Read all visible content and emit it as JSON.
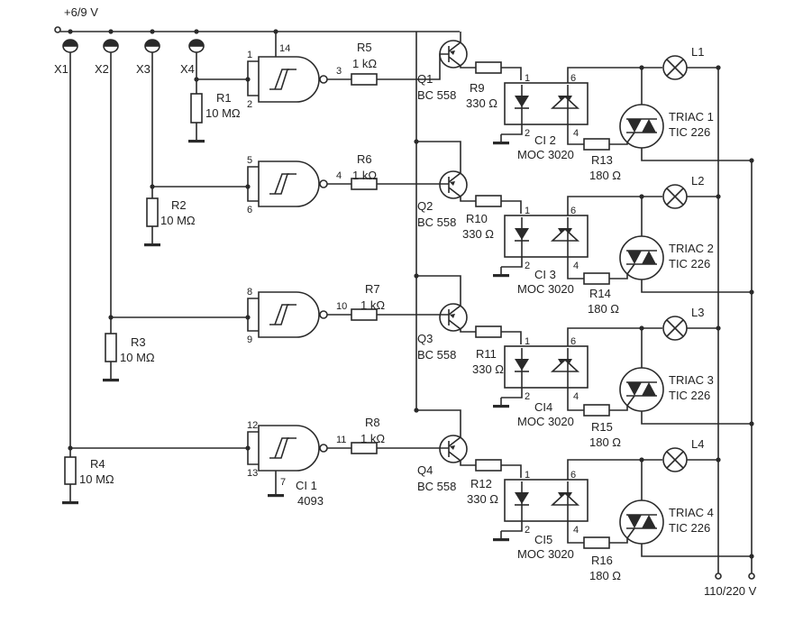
{
  "supply": "+6/9 V",
  "mains": "110/220 V",
  "sensors": [
    "X1",
    "X2",
    "X3",
    "X4"
  ],
  "input_resistors": [
    {
      "ref": "R1",
      "value": "10 MΩ"
    },
    {
      "ref": "R2",
      "value": "10 MΩ"
    },
    {
      "ref": "R3",
      "value": "10 MΩ"
    },
    {
      "ref": "R4",
      "value": "10 MΩ"
    }
  ],
  "ic": {
    "ref": "CI 1",
    "part": "4093"
  },
  "gates": [
    {
      "in_a": "1",
      "in_b": "2",
      "out": "3",
      "vcc": "14"
    },
    {
      "in_a": "5",
      "in_b": "6",
      "out": "4"
    },
    {
      "in_a": "8",
      "in_b": "9",
      "out": "10"
    },
    {
      "in_a": "12",
      "in_b": "13",
      "out": "11",
      "gnd": "7"
    }
  ],
  "base_resistors": [
    {
      "ref": "R5",
      "value": "1 kΩ"
    },
    {
      "ref": "R6",
      "value": "1 kΩ"
    },
    {
      "ref": "R7",
      "value": "1 kΩ"
    },
    {
      "ref": "R8",
      "value": "1 kΩ"
    }
  ],
  "transistors": [
    {
      "ref": "Q1",
      "part": "BC 558"
    },
    {
      "ref": "Q2",
      "part": "BC 558"
    },
    {
      "ref": "Q3",
      "part": "BC 558"
    },
    {
      "ref": "Q4",
      "part": "BC 558"
    }
  ],
  "led_resistors": [
    {
      "ref": "R9",
      "value": "330 Ω"
    },
    {
      "ref": "R10",
      "value": "330 Ω"
    },
    {
      "ref": "R11",
      "value": "330 Ω"
    },
    {
      "ref": "R12",
      "value": "330 Ω"
    }
  ],
  "optocouplers": [
    {
      "ref": "CI 2",
      "part": "MOC 3020"
    },
    {
      "ref": "CI 3",
      "part": "MOC 3020"
    },
    {
      "ref": "CI4",
      "part": "MOC 3020"
    },
    {
      "ref": "CI5",
      "part": "MOC 3020"
    }
  ],
  "opto_pins": [
    "1",
    "2",
    "6",
    "4"
  ],
  "gate_resistors": [
    {
      "ref": "R13",
      "value": "180 Ω"
    },
    {
      "ref": "R14",
      "value": "180 Ω"
    },
    {
      "ref": "R15",
      "value": "180 Ω"
    },
    {
      "ref": "R16",
      "value": "180 Ω"
    }
  ],
  "triacs": [
    {
      "ref": "TRIAC 1",
      "part": "TIC 226"
    },
    {
      "ref": "TRIAC 2",
      "part": "TIC 226"
    },
    {
      "ref": "TRIAC 3",
      "part": "TIC 226"
    },
    {
      "ref": "TRIAC 4",
      "part": "TIC 226"
    }
  ],
  "lamps": [
    "L1",
    "L2",
    "L3",
    "L4"
  ]
}
